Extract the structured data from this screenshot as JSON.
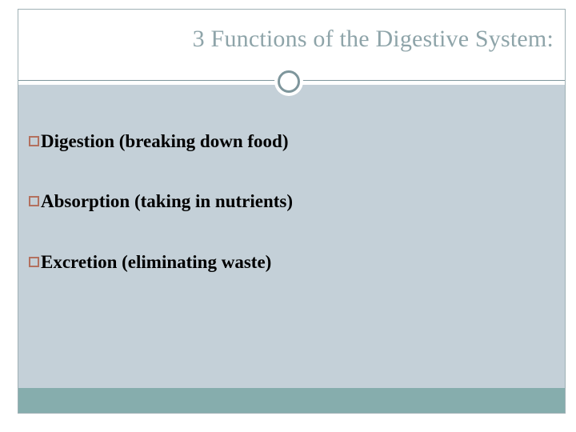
{
  "slide": {
    "title": "3 Functions of the Digestive System:",
    "ornament_icon": "circle-ring-icon",
    "bullets": [
      {
        "glyph_icon": "hollow-square-bullet-icon",
        "label": "Digestion (breaking down food)"
      },
      {
        "glyph_icon": "hollow-square-bullet-icon",
        "label": "Absorption (taking in nutrients)"
      },
      {
        "glyph_icon": "hollow-square-bullet-icon",
        "label": "Excretion (eliminating waste)"
      }
    ],
    "colors": {
      "title_text": "#8ea4a9",
      "body_background": "#c4d0d8",
      "header_background": "#ffffff",
      "divider_line": "#7e969c",
      "ring_stroke": "#7e969c",
      "bullet_glyph": "#b3705e",
      "body_text": "#000000",
      "footer_bar": "#86adad",
      "slide_border": "#9fb0b5"
    }
  }
}
